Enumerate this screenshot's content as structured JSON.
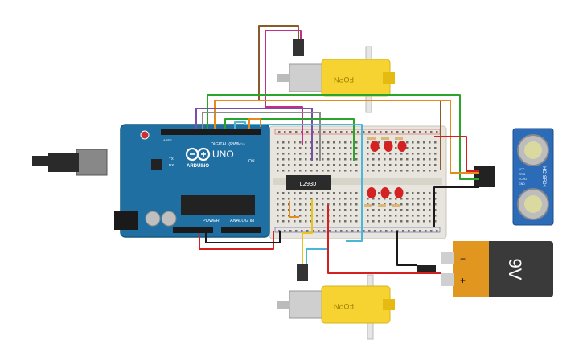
{
  "colors": {
    "background": "#ffffff",
    "arduino_board": "#1f6fa3",
    "arduino_dark": "#16597f",
    "motor_yellow": "#f6d330",
    "motor_gearbox": "#e5bb12",
    "breadboard": "#e7e5dd",
    "battery_body": "#3a3a3a",
    "battery_orange": "#e0961f",
    "sensor_blue": "#2b6bb8",
    "wire_red": "#d42020",
    "wire_black": "#1a1a1a",
    "wire_green": "#2aa52a",
    "wire_orange": "#e58a1b",
    "wire_purple": "#7a4fa8",
    "wire_brown": "#8a5a2b",
    "wire_magenta": "#c0308a",
    "wire_cyan": "#4ab7d8",
    "wire_grey": "#8c8c8c",
    "wire_yellow": "#e8c51b",
    "led_red": "#d42222"
  },
  "icons": [
    "usb-connector-icon",
    "power-jack-icon",
    "reset-button-icon",
    "arduino-logo-icon"
  ],
  "arduino": {
    "model": "UNO",
    "brand": "ARDUINO",
    "digital_label": "DIGITAL (PWM~)",
    "power_label": "POWER",
    "analog_label": "ANALOG IN",
    "on_label": "ON",
    "tx_label": "TX",
    "rx_label": "RX",
    "l_label": "L",
    "aref_label": "AREF"
  },
  "driver_ic": {
    "label": "L293D"
  },
  "motors": [
    {
      "label": "FOPN"
    },
    {
      "label": "FOPN"
    }
  ],
  "battery": {
    "label": "9V",
    "minus": "−",
    "plus": "+"
  },
  "sensor": {
    "label": "HC-SR04",
    "pins": [
      "VCC",
      "TRIG",
      "ECHO",
      "GND"
    ]
  }
}
